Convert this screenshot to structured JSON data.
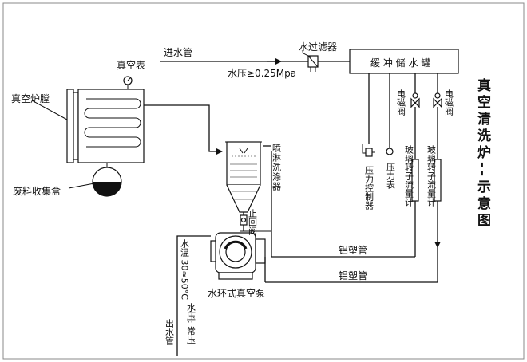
{
  "title": "真空清洗炉--示意图",
  "labels": {
    "inlet_pipe": "进水管",
    "water_pressure": "水压≥0.25Mpa",
    "water_filter": "水过滤器",
    "buffer_tank": "缓 冲 储 水 罐",
    "vacuum_gauge": "真空表",
    "vacuum_chamber": "真空炉膛",
    "waste_box": "废料收集盒",
    "spray_scrubber": "喷淋洗涤器",
    "check_valve": "止回阀",
    "solenoid_valve_1": "电磁阀",
    "solenoid_valve_2": "电磁阀",
    "pressure_controller": "压力控制器",
    "pressure_gauge": "压力表",
    "flowmeter_1": "玻璃转子流量计",
    "flowmeter_2": "玻璃转子流量计",
    "al_plastic_pipe_1": "铝塑管",
    "al_plastic_pipe_2": "铝塑管",
    "pump": "水环式真空泵",
    "water_temp": "水温 30≈50°C",
    "water_press_normal": "水压: 常压",
    "outlet_pipe": "出水管"
  }
}
